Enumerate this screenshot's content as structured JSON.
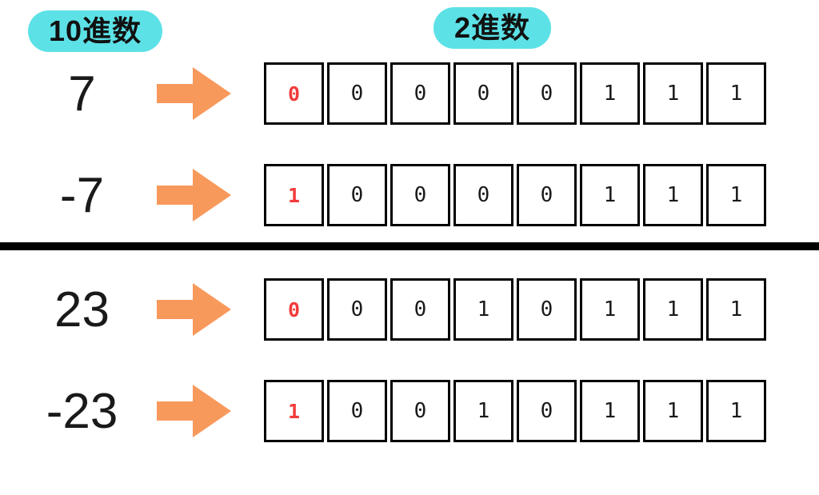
{
  "colors": {
    "badge_bg": "#5CE1E6",
    "arrow": "#F8995C",
    "sign_bit": "#F23B3B",
    "divider": "#000000"
  },
  "headers": {
    "decimal_label": "10進数",
    "binary_label": "2進数"
  },
  "rows": [
    {
      "decimal": "7",
      "cells": [
        "0",
        "0",
        "0",
        "0",
        "0",
        "1",
        "1",
        "1"
      ]
    },
    {
      "decimal": "-7",
      "cells": [
        "1",
        "0",
        "0",
        "0",
        "0",
        "1",
        "1",
        "1"
      ]
    },
    {
      "decimal": "23",
      "cells": [
        "0",
        "0",
        "0",
        "1",
        "0",
        "1",
        "1",
        "1"
      ]
    },
    {
      "decimal": "-23",
      "cells": [
        "1",
        "0",
        "0",
        "1",
        "0",
        "1",
        "1",
        "1"
      ]
    }
  ]
}
